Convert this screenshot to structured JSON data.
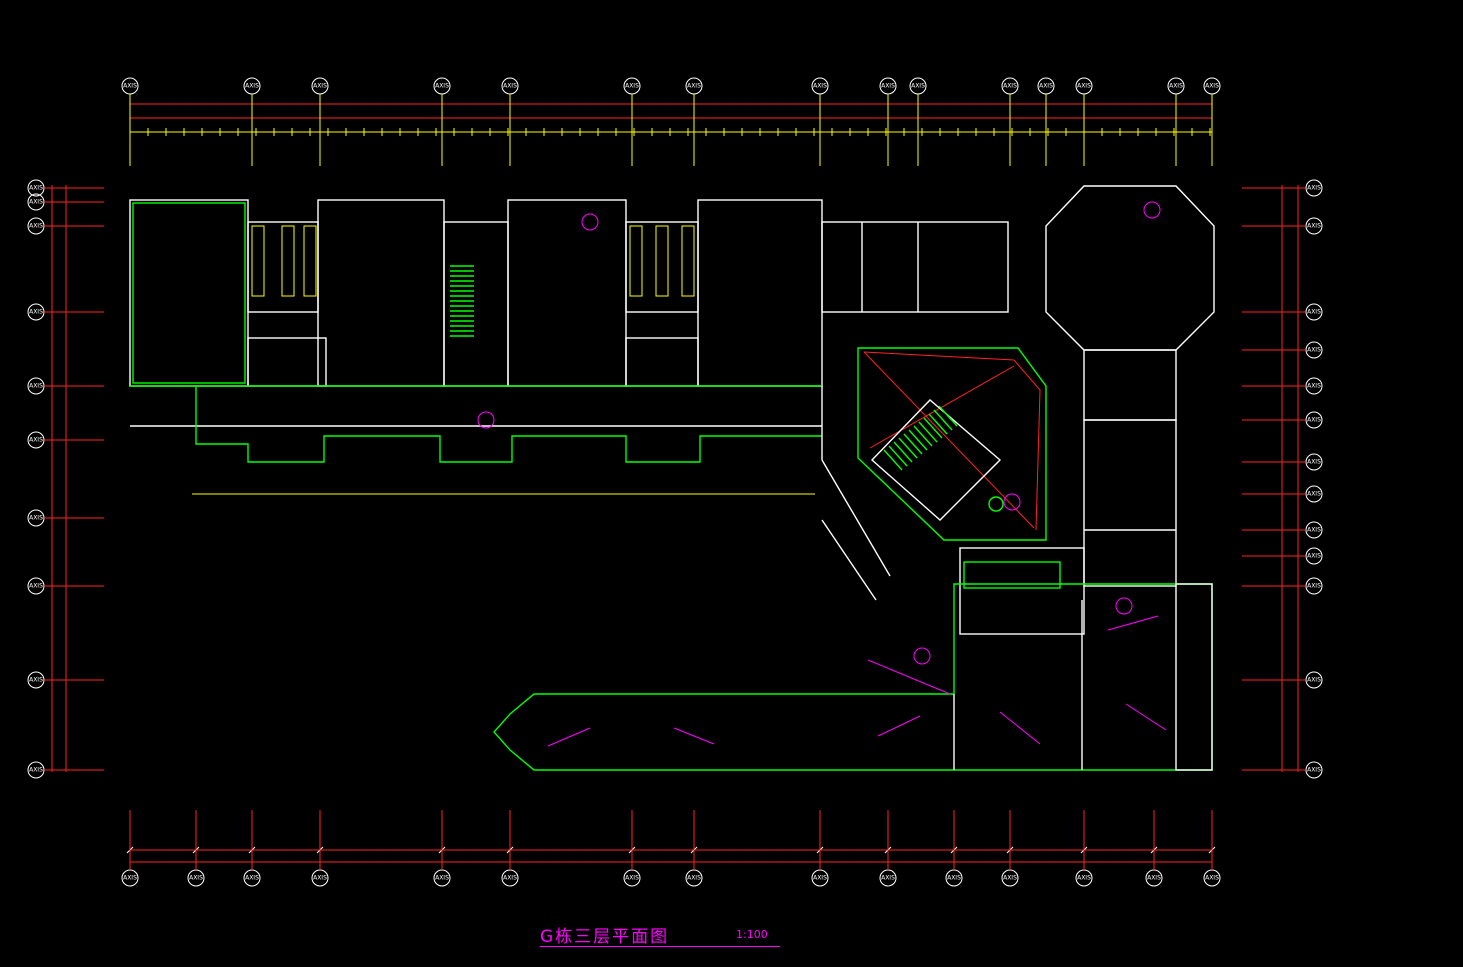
{
  "drawing": {
    "title": "G栋三层平面图",
    "scale": "1:100"
  },
  "axis_label": "AXIS",
  "colors": {
    "background": "#000000",
    "walls": "#ffffff",
    "outline": "#00ff00",
    "dimensions": "#ffff00",
    "dimension_lines": "#ff2222",
    "annotations": "#ff00ff",
    "doors": "#00ffff"
  }
}
